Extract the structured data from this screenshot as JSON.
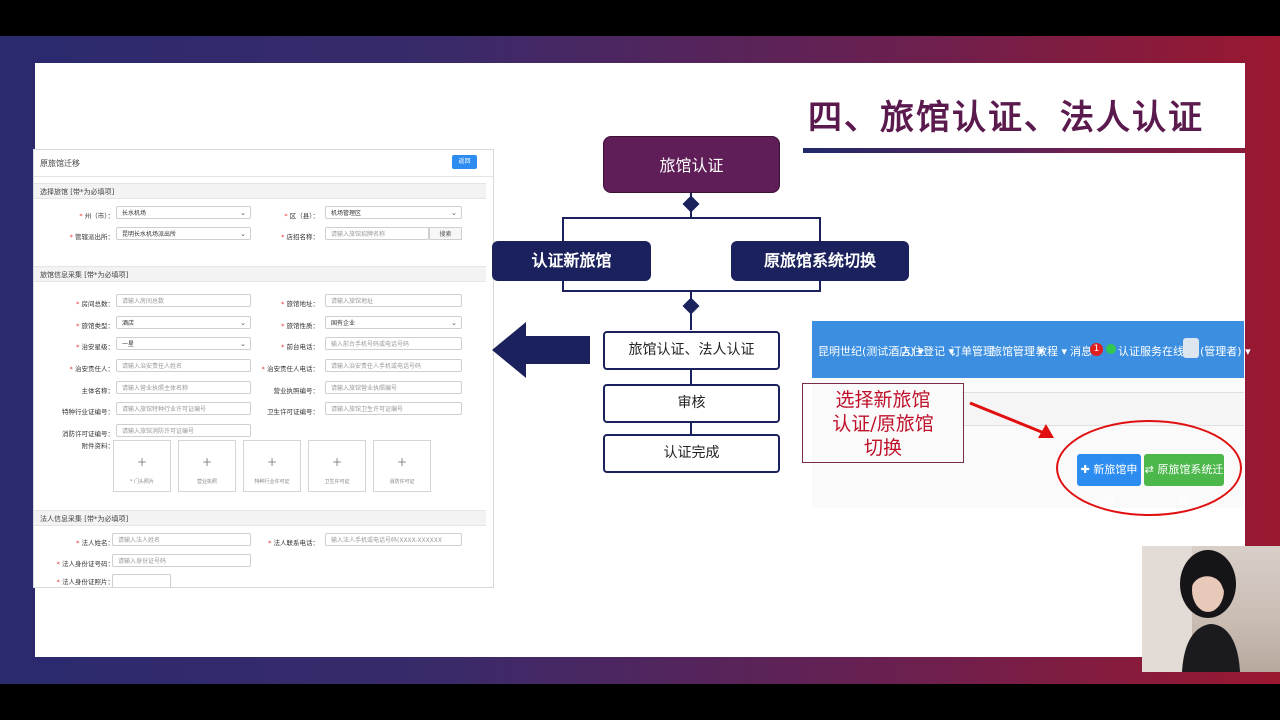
{
  "slide": {
    "title": "四、旅馆认证、法人认证"
  },
  "form": {
    "header_title": "原旅馆迁移",
    "back_button": "返回",
    "section1_title": "选择旅馆 [带*为必填项]",
    "city_label": "州（市）：",
    "city_value": "长水机场",
    "district_label": "区（县）：",
    "district_value": "机场管理区",
    "police_label": "管辖派出所：",
    "police_value": "昆明长水机场派出所",
    "hotel_name_label": "店招名称：",
    "hotel_name_placeholder": "请输入旅馆招牌名称",
    "search_button": "搜索",
    "section2_title": "旅馆信息采集 [带*为必填项]",
    "fields": [
      {
        "label": "房间总数：",
        "placeholder": "请输入房间总数"
      },
      {
        "label": "旅馆地址：",
        "placeholder": "请输入旅馆地址"
      },
      {
        "label": "旅馆类型：",
        "placeholder": "酒店"
      },
      {
        "label": "旅馆性质：",
        "placeholder": "国有企业"
      },
      {
        "label": "治安星级：",
        "placeholder": "一星"
      },
      {
        "label": "前台电话：",
        "placeholder": "输入前台手机号码或电话号码"
      },
      {
        "label": "治安责任人：",
        "placeholder": "请输入治安责任人姓名"
      },
      {
        "label": "治安责任人电话：",
        "placeholder": "请输入治安责任人手机或电话号码"
      },
      {
        "label": "主体名称：",
        "placeholder": "请输入营业执照主体名称"
      },
      {
        "label": "营业执照编号：",
        "placeholder": "请输入旅馆营业执照编号"
      },
      {
        "label": "特种行业证编号：",
        "placeholder": "请输入旅馆特种行业许可证编号"
      },
      {
        "label": "卫生许可证编号：",
        "placeholder": "请输入旅馆卫生许可证编号"
      },
      {
        "label": "消防许可证编号：",
        "placeholder": "请输入旅馆消防许可证编号"
      }
    ],
    "attachments_label": "附件资料：",
    "attachments": [
      "* 门头照片",
      "营业执照",
      "特种行业许可证",
      "卫生许可证",
      "消防许可证"
    ],
    "section3_title": "法人信息采集 [带*为必填项]",
    "legal_name_label": "法人姓名：",
    "legal_name_placeholder": "请输入法人姓名",
    "legal_phone_label": "法人联系电话：",
    "legal_phone_placeholder": "输入法人手机或电话号码(XXXX-XXXXXX",
    "legal_id_label": "法人身份证号码：",
    "legal_id_placeholder": "请输入身份证号码",
    "legal_photo_label": "法人身份证照片："
  },
  "flow": {
    "top": "旅馆认证",
    "left_branch": "认证新旅馆",
    "right_branch": "原旅馆系统切换",
    "step1": "旅馆认证、法人认证",
    "step2": "审核",
    "step3": "认证完成"
  },
  "navbar": {
    "brand": "昆明世纪(测试酒店)",
    "items": [
      "入住登记",
      "订单管理",
      "旅馆管理",
      "教程",
      "消息"
    ],
    "badge": "1",
    "status": "认证服务在线",
    "user": "(管理者)"
  },
  "buttons": {
    "new_hotel": "新旅馆申报",
    "migrate": "原旅馆系统迁移"
  },
  "callout": {
    "line1": "选择新旅馆",
    "line2": "认证/原旅馆",
    "line3": "切换"
  },
  "colors": {
    "accent_purple": "#5f1e57",
    "navy": "#1a215c",
    "nav_blue": "#3b8ee0",
    "callout_red": "#c0102a"
  }
}
